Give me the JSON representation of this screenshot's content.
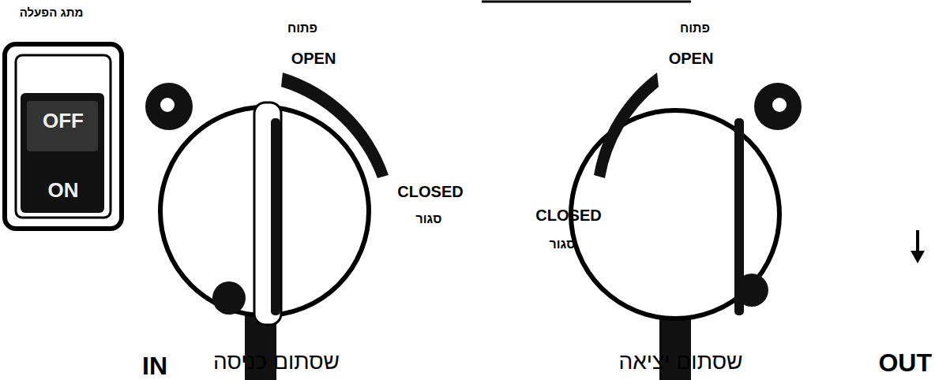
{
  "diagram": {
    "labels": [
      "מתג הפעלה",
      "OFF",
      "ON",
      "פתוח",
      "OPEN",
      "CLOSED",
      "סגור",
      "IN",
      "שסתום כניסה",
      "פתוח",
      "OPEN",
      "CLOSED",
      "סגור",
      "OUT",
      "שסתום יציאה"
    ]
  }
}
